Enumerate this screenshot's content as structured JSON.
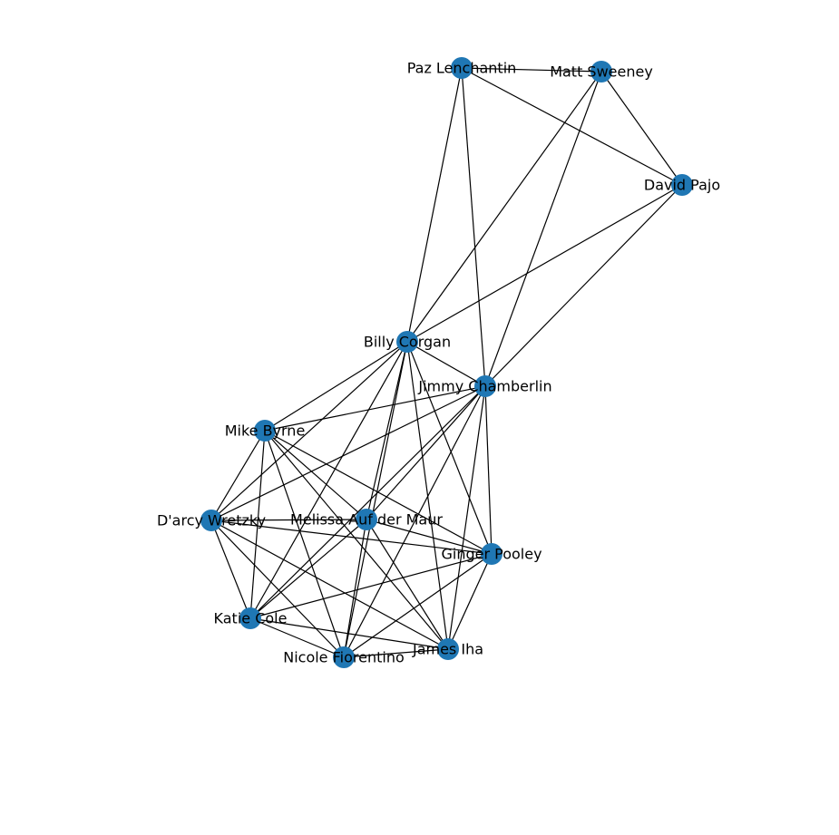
{
  "colors": {
    "node": "#1f77b4",
    "edge": "#000000",
    "label": "#000000",
    "background": "#ffffff"
  },
  "nodes": [
    {
      "id": "paz",
      "label": "Paz Lenchantin"
    },
    {
      "id": "matt",
      "label": "Matt Sweeney"
    },
    {
      "id": "david",
      "label": "David Pajo"
    },
    {
      "id": "billy",
      "label": "Billy Corgan"
    },
    {
      "id": "jimmy",
      "label": "Jimmy Chamberlin"
    },
    {
      "id": "mike",
      "label": "Mike Byrne"
    },
    {
      "id": "darcy",
      "label": "D'arcy Wretzky"
    },
    {
      "id": "melissa",
      "label": "Melissa Auf der Maur"
    },
    {
      "id": "ginger",
      "label": "Ginger Pooley"
    },
    {
      "id": "katie",
      "label": "Katie Cole"
    },
    {
      "id": "james",
      "label": "James Iha"
    },
    {
      "id": "nicole",
      "label": "Nicole Fiorentino"
    }
  ],
  "edges": [
    [
      "paz",
      "matt"
    ],
    [
      "paz",
      "david"
    ],
    [
      "paz",
      "billy"
    ],
    [
      "paz",
      "jimmy"
    ],
    [
      "matt",
      "david"
    ],
    [
      "matt",
      "billy"
    ],
    [
      "matt",
      "jimmy"
    ],
    [
      "david",
      "billy"
    ],
    [
      "david",
      "jimmy"
    ],
    [
      "billy",
      "jimmy"
    ],
    [
      "billy",
      "mike"
    ],
    [
      "billy",
      "darcy"
    ],
    [
      "billy",
      "melissa"
    ],
    [
      "billy",
      "ginger"
    ],
    [
      "billy",
      "katie"
    ],
    [
      "billy",
      "james"
    ],
    [
      "billy",
      "nicole"
    ],
    [
      "jimmy",
      "mike"
    ],
    [
      "jimmy",
      "darcy"
    ],
    [
      "jimmy",
      "melissa"
    ],
    [
      "jimmy",
      "ginger"
    ],
    [
      "jimmy",
      "katie"
    ],
    [
      "jimmy",
      "james"
    ],
    [
      "jimmy",
      "nicole"
    ],
    [
      "mike",
      "darcy"
    ],
    [
      "mike",
      "melissa"
    ],
    [
      "mike",
      "ginger"
    ],
    [
      "mike",
      "katie"
    ],
    [
      "mike",
      "james"
    ],
    [
      "mike",
      "nicole"
    ],
    [
      "darcy",
      "melissa"
    ],
    [
      "darcy",
      "ginger"
    ],
    [
      "darcy",
      "katie"
    ],
    [
      "darcy",
      "james"
    ],
    [
      "darcy",
      "nicole"
    ],
    [
      "melissa",
      "ginger"
    ],
    [
      "melissa",
      "katie"
    ],
    [
      "melissa",
      "james"
    ],
    [
      "melissa",
      "nicole"
    ],
    [
      "ginger",
      "katie"
    ],
    [
      "ginger",
      "james"
    ],
    [
      "ginger",
      "nicole"
    ],
    [
      "katie",
      "james"
    ],
    [
      "katie",
      "nicole"
    ],
    [
      "james",
      "nicole"
    ]
  ]
}
